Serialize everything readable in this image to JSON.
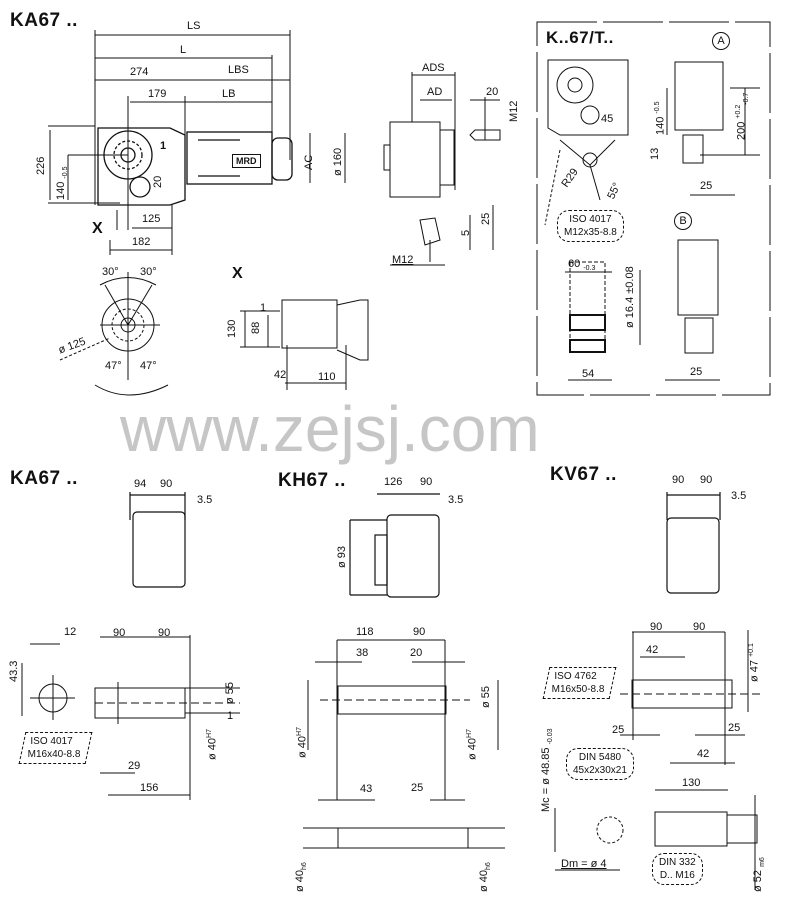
{
  "watermark": "www.zejsj.com",
  "main_view": {
    "title": "KA67 ..",
    "ls": "LS",
    "l": "L",
    "d274": "274",
    "lbs": "LBS",
    "d179": "179",
    "lb": "LB",
    "d226": "226",
    "d140": "140",
    "d140_tol": "-0.5",
    "d1": "1",
    "d20": "20",
    "motor_label": "MRD",
    "ac": "AC",
    "d160": "ø 160",
    "x": "X",
    "d125": "125",
    "d182": "182"
  },
  "flange_view": {
    "a30_left": "30°",
    "a30_right": "30°",
    "d125": "ø 125",
    "a47_left": "47°",
    "a47_right": "47°"
  },
  "x_view": {
    "x": "X",
    "d1": "1",
    "d130": "130",
    "d88": "88",
    "d42": "42",
    "d110": "110"
  },
  "side_view": {
    "ads": "ADS",
    "ad": "AD",
    "d20": "20",
    "m12_top": "M12",
    "d25": "25",
    "d5": "5",
    "m12_bottom": "M12"
  },
  "k_t_section": {
    "title": "K..67/T..",
    "detail_a": "A",
    "detail_b": "B",
    "d45": "45",
    "d140": "140",
    "d140_tol": "-0.5",
    "d200": "200",
    "d200_tol_upper": "+0.2",
    "d200_tol_lower": "-0.7",
    "d13": "13",
    "r29": "R29",
    "a55": "55°",
    "d25_a": "25",
    "iso_line1": "ISO 4017",
    "iso_line2": "M12x35-8.8",
    "d60": "60",
    "d60_tol": "-0.3",
    "d16": "ø 16.4 ±0.08",
    "d54": "54",
    "d25_b": "25"
  },
  "ka67": {
    "title": "KA67 ..",
    "d94": "94",
    "d90": "90",
    "d3_5": "3.5",
    "d12": "12",
    "d90_a": "90",
    "d90_b": "90",
    "d43_3": "43.3",
    "d55": "ø 55",
    "d1": "1",
    "d40": "ø 40",
    "d40_fit": "H7",
    "iso_line1": "ISO 4017",
    "iso_line2": "M16x40-8.8",
    "d29": "29",
    "d156": "156"
  },
  "kh67": {
    "title": "KH67 ..",
    "d126": "126",
    "d90": "90",
    "d3_5": "3.5",
    "d93": "ø 93",
    "d118": "118",
    "d90_b": "90",
    "d38": "38",
    "d20": "20",
    "d40_left": "ø 40",
    "d40_left_fit": "H7",
    "d55": "ø 55",
    "d40_right": "ø 40",
    "d40_right_fit": "H7",
    "d43": "43",
    "d25": "25",
    "d40_shaft_left": "ø 40",
    "d40_shaft_left_fit": "h6",
    "d40_shaft_right": "ø 40",
    "d40_shaft_right_fit": "h6"
  },
  "kv67": {
    "title": "KV67 ..",
    "d90_a": "90",
    "d90_b": "90",
    "d3_5": "3.5",
    "d90_c": "90",
    "d90_d": "90",
    "d42_top": "42",
    "d47": "ø 47",
    "d47_tol": "+0.1",
    "iso_line1": "ISO 4762",
    "iso_line2": "M16x50-8.8",
    "d25_left": "25",
    "d25_right": "25",
    "d42_bottom": "42",
    "din5480_line1": "DIN 5480",
    "din5480_line2": "45x2x30x21",
    "mc": "Mc = ø 48.85",
    "mc_tol": "-0.03",
    "d130": "130",
    "dm": "Dm = ø 4",
    "din332_line1": "DIN 332",
    "din332_line2": "D.. M16",
    "d52": "ø 52",
    "d52_fit": "m6"
  }
}
